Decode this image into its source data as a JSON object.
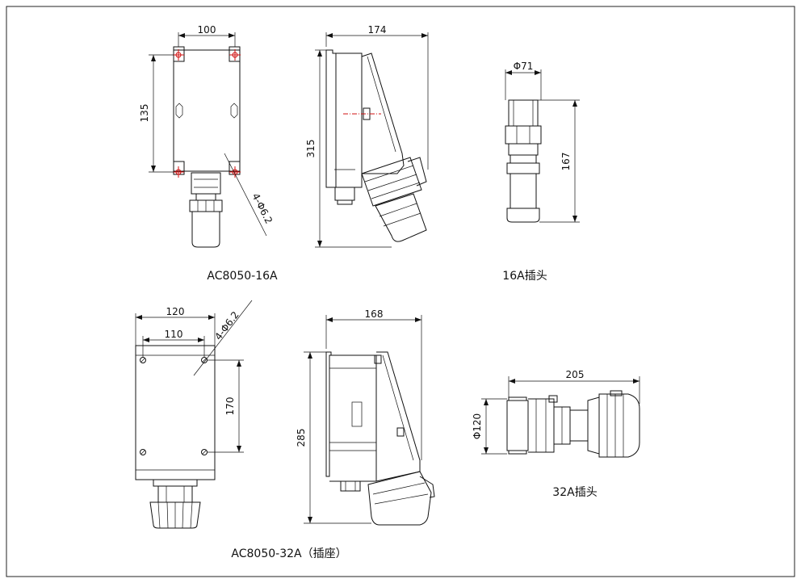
{
  "views": {
    "ac16_front": {
      "width": "100",
      "height": "135",
      "holes": "4-Φ6.2"
    },
    "ac16_side": {
      "width": "174",
      "height": "315"
    },
    "plug16": {
      "dia": "Φ71",
      "length": "167"
    },
    "ac32_front": {
      "width_outer": "120",
      "width_inner": "110",
      "height": "170",
      "holes": "4-Φ6.2"
    },
    "ac32_side": {
      "width": "168",
      "height": "285"
    },
    "plug32": {
      "length": "205",
      "dia": "Φ120"
    }
  },
  "captions": {
    "ac16": "AC8050-16A",
    "plug16": "16A插头",
    "ac32": "AC8050-32A（插座）",
    "plug32": "32A插头"
  }
}
